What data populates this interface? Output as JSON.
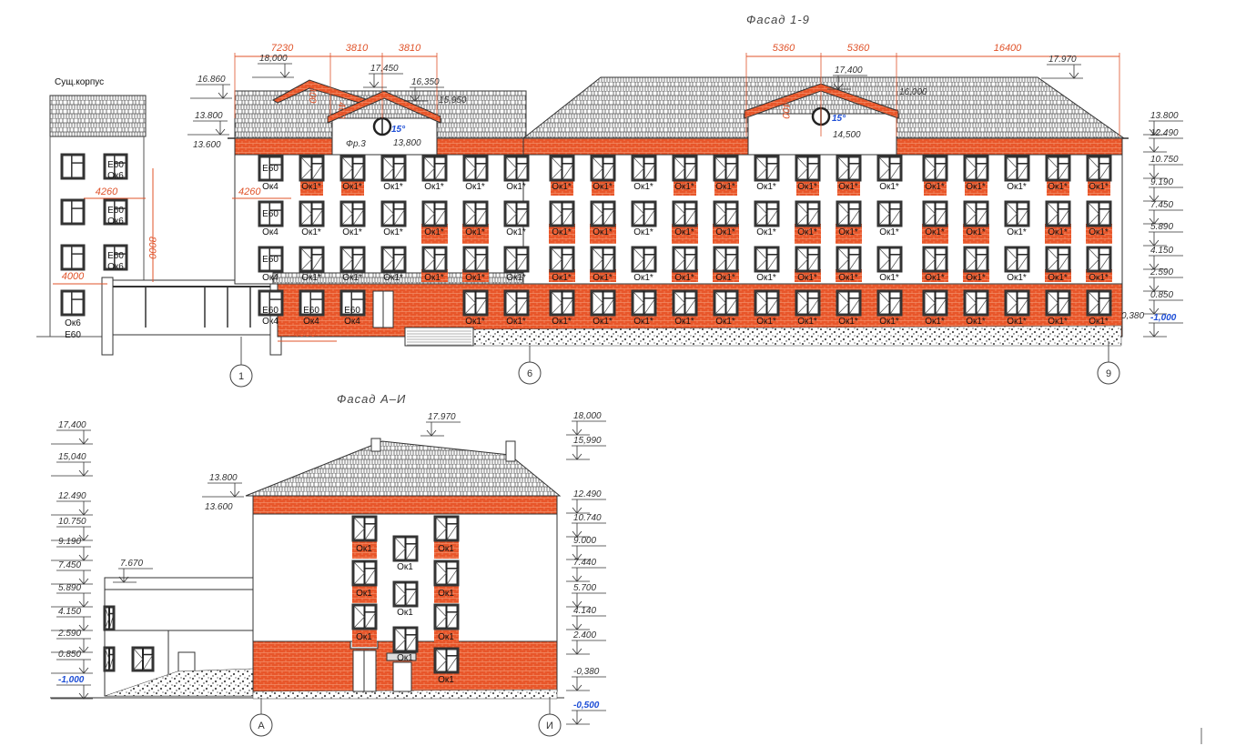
{
  "titles": {
    "facade_1_9": "Фасад 1-9",
    "facade_a_i": "Фасад А–И",
    "existing_building": "Сущ.корпус"
  },
  "axes": {
    "main": [
      "1",
      "6",
      "9"
    ],
    "side": [
      "А",
      "И"
    ]
  },
  "dimensions_top_left": [
    "7230",
    "3810",
    "3810"
  ],
  "dimensions_top_right": [
    "5360",
    "5360",
    "16400"
  ],
  "dimensions_other": {
    "d4260a": "4260",
    "d4260b": "4260",
    "d8000": "8000",
    "d4000a": "4000",
    "d4000b": "4000",
    "gable_a": "400",
    "gable_b": "400",
    "gable_c": "400"
  },
  "main_marks_top": {
    "m18000": "18,000",
    "m17450": "17,450",
    "m16350": "16,350",
    "m15950": "15,950",
    "m16860": "16.860",
    "m13800l": "13.800",
    "m13600l": "13.600",
    "m13800g": "13,800",
    "fr3": "Фр.3",
    "angle1": "15°",
    "m17400": "17,400",
    "m16000": "16,000",
    "m14500": "14,500",
    "angle2": "15°",
    "m17970": "17.970",
    "m0380": "0,380"
  },
  "main_marks_right": [
    "13.800",
    "12.490",
    "10.750",
    "9.190",
    "7.450",
    "5.890",
    "4.150",
    "2.590",
    "0.850",
    "-1,000"
  ],
  "side_marks_left": [
    "17,400",
    "15,040",
    "12.490",
    "10.750",
    "9.190",
    "7.450",
    "5.890",
    "4.150",
    "2.590",
    "0.850",
    "-1,000"
  ],
  "side_marks_right": [
    "18,000",
    "15,990",
    "12.490",
    "10.740",
    "9.000",
    "7.440",
    "5.700",
    "4.140",
    "2.400",
    "-0,380",
    "-0,500"
  ],
  "side_marks_other": {
    "m7670": "7.670",
    "m13800": "13.800",
    "m13600": "13.600",
    "m17970": "17.970"
  },
  "window_labels": {
    "ok1_star": "Ок1*",
    "ok1": "Ок1",
    "ok4": "Ок4",
    "ok6": "Ок6",
    "e60": "Е60"
  },
  "colors": {
    "brick": "#e8562a",
    "line": "#333333",
    "dim": "#e0532a",
    "blue": "#1f4fd6"
  }
}
